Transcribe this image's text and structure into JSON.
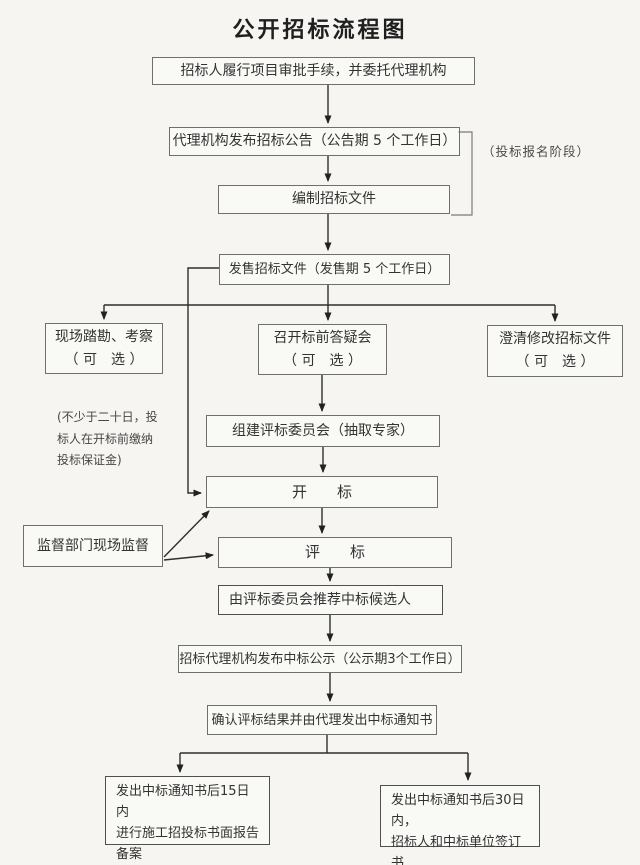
{
  "title": "公开招标流程图",
  "annotations": {
    "phase_label": "（投标报名阶段）",
    "deposit_note": "(不少于二十日，投\n标人在开标前缴纳\n投标保证金)"
  },
  "nodes": {
    "approval": {
      "text": "招标人履行项目审批手续，并委托代理机构"
    },
    "announcement": {
      "text": "代理机构发布招标公告（公告期 5 个工作日）"
    },
    "prepare_docs": {
      "text": "编制招标文件"
    },
    "sell_docs": {
      "text": "发售招标文件（发售期 5 个工作日）"
    },
    "site_visit": {
      "text": "现场踏勘、考察\n（ 可　选 ）"
    },
    "qa_meeting": {
      "text": "召开标前答疑会\n（ 可　选 ）"
    },
    "clarify_docs": {
      "text": "澄清修改招标文件\n（ 可　选 ）"
    },
    "committee": {
      "text": "组建评标委员会（抽取专家）"
    },
    "bid_opening": {
      "text": "开　　标"
    },
    "supervision": {
      "text": "监督部门现场监督"
    },
    "bid_evaluation": {
      "text": "评　　标"
    },
    "recommend": {
      "text": "由评标委员会推荐中标候选人"
    },
    "publicity": {
      "text": "招标代理机构发布中标公示（公示期3个工作日）"
    },
    "confirm_notice": {
      "text": "确认评标结果并由代理发出中标通知书"
    },
    "report_15days": {
      "text": "发出中标通知书后15日内\n进行施工招投标书面报告\n备案"
    },
    "contract_30days": {
      "text": "发出中标通知书后30日内，\n招标人和中标单位签订书\n面合同"
    }
  },
  "colors": {
    "flow_line": "#2e2e2e",
    "box_border": "#6f6f6f",
    "background": "#f6f5f2",
    "text": "#333333"
  }
}
